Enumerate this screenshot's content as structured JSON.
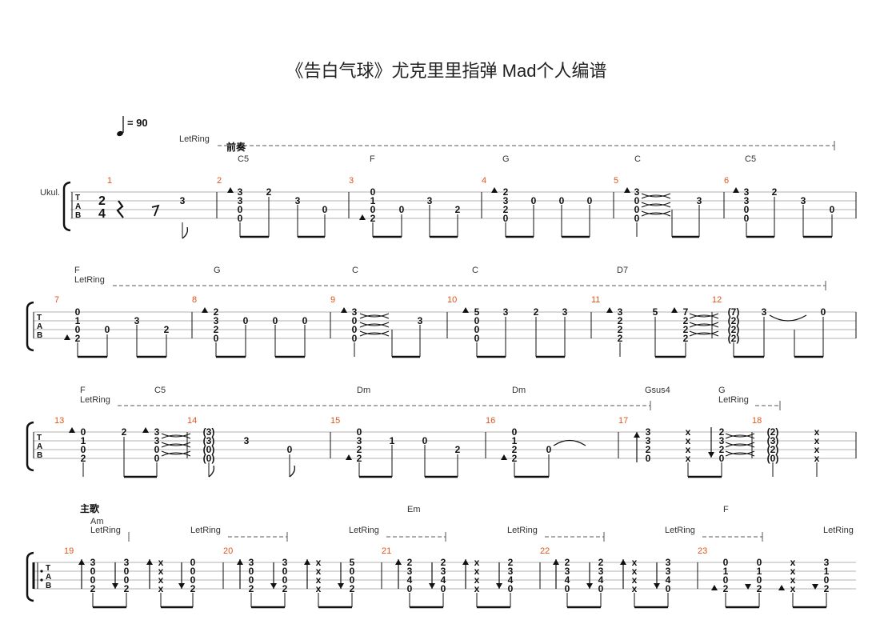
{
  "title": "《告白气球》尤克里里指弹 Mad个人编谱",
  "tempo": {
    "note_icon": "quarter-note-icon",
    "text": "= 90"
  },
  "instrument": "Ukul.",
  "time_signature": {
    "top": "2",
    "bottom": "4"
  },
  "tab_letters": [
    "T",
    "A",
    "B"
  ],
  "let_ring": "LetRing",
  "sections": [
    "前奏",
    "主歌"
  ],
  "systems": [
    {
      "measures": [
        "1",
        "2",
        "3",
        "4",
        "5",
        "6"
      ],
      "chords": [
        "C5",
        "F",
        "G",
        "C",
        "C5"
      ]
    },
    {
      "measures": [
        "7",
        "8",
        "9",
        "10",
        "11",
        "12"
      ],
      "chords": [
        "F",
        "G",
        "C",
        "C",
        "D7"
      ]
    },
    {
      "measures": [
        "13",
        "14",
        "15",
        "16",
        "17",
        "18"
      ],
      "chords": [
        "F",
        "C5",
        "Dm",
        "Dm",
        "Gsus4",
        "G"
      ]
    },
    {
      "measures": [
        "19",
        "20",
        "21",
        "22",
        "23"
      ],
      "chords": [
        "Am",
        "Em",
        "F"
      ]
    }
  ],
  "colors": {
    "measure_number": "#e0541b",
    "ink": "#111111",
    "staff_line": "#888888"
  }
}
